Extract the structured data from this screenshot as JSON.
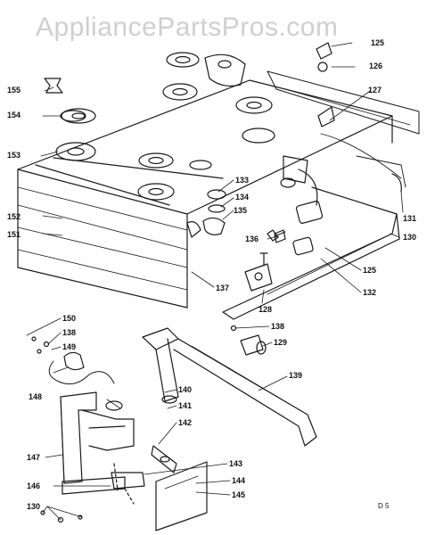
{
  "watermark": "AppliancePartsPros.com",
  "diagram_code": "D 5",
  "colors": {
    "line": "#1a1a1a",
    "watermark": "#cfcfcf",
    "background": "#ffffff"
  },
  "callouts": {
    "c125a": "125",
    "c126": "126",
    "c127": "127",
    "c155": "155",
    "c154": "154",
    "c153": "153",
    "c133": "133",
    "c134": "134",
    "c135": "135",
    "c152": "152",
    "c151": "151",
    "c131": "131",
    "c130a": "130",
    "c136": "136",
    "c125b": "125",
    "c132": "132",
    "c137": "137",
    "c128": "128",
    "c138a": "138",
    "c129": "129",
    "c139": "139",
    "c150": "150",
    "c138b": "138",
    "c149": "149",
    "c148": "148",
    "c140": "140",
    "c141": "141",
    "c142": "142",
    "c147": "147",
    "c143": "143",
    "c144": "144",
    "c145": "145",
    "c146": "146",
    "c130b": "130"
  }
}
